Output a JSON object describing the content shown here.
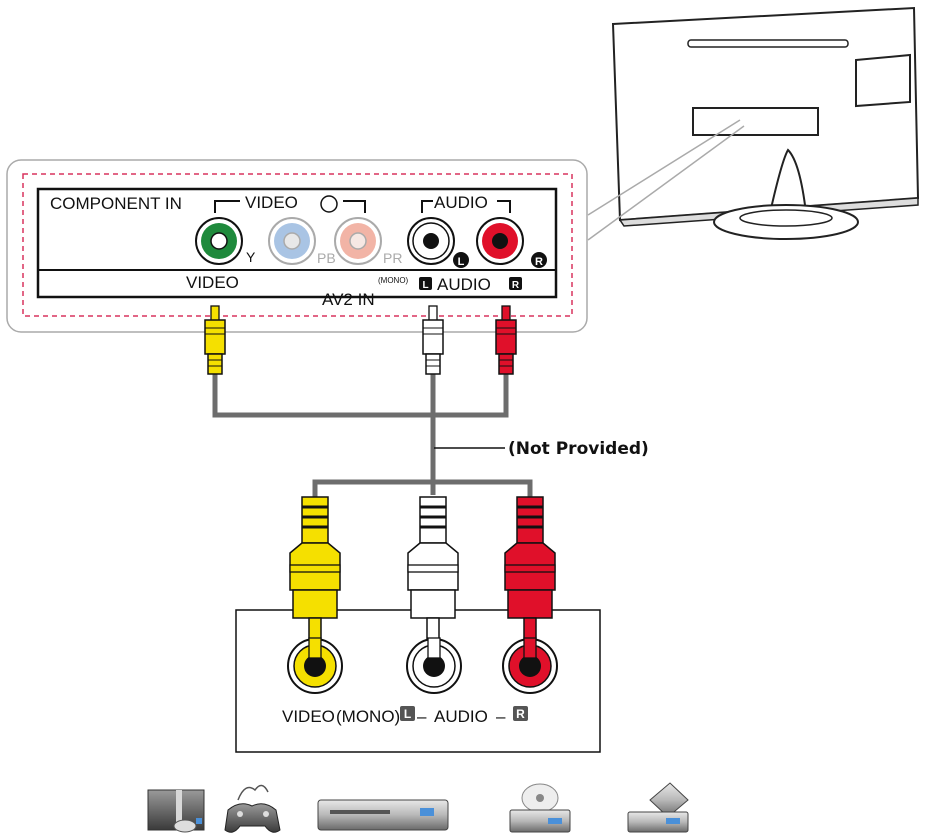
{
  "tv_panel": {
    "component_in_label": "COMPONENT IN",
    "video_group_label": "VIDEO",
    "audio_group_label": "AUDIO",
    "port_y_label": "Y",
    "port_pb_label": "PB",
    "port_pr_label": "PR",
    "badge_left": "L",
    "badge_right": "R",
    "bottom_video_label": "VIDEO",
    "bottom_av_label": "AV2 IN",
    "bottom_mono_label": "(MONO)",
    "bottom_audio_label": "AUDIO"
  },
  "cable": {
    "note": "(Not Provided)"
  },
  "device_panel": {
    "video_label": "VIDEO",
    "mono_label": "(MONO)",
    "dash1": "–",
    "audio_label": "AUDIO",
    "dash2": "–",
    "badge_left": "L",
    "badge_right": "R"
  },
  "colors": {
    "video": "#f5e000",
    "audio_left": "#ffffff",
    "audio_right": "#e0102a",
    "component_y": "#1f8a3c",
    "component_pb": "#a9c4e4",
    "component_pr": "#f2b4a6",
    "cable": "#6d6d6d",
    "dashed_border": "#d8345f"
  },
  "devices": [
    "set-top-box-icon",
    "game-console-icon",
    "vcr-icon",
    "dvd-player-icon",
    "camcorder-icon"
  ]
}
